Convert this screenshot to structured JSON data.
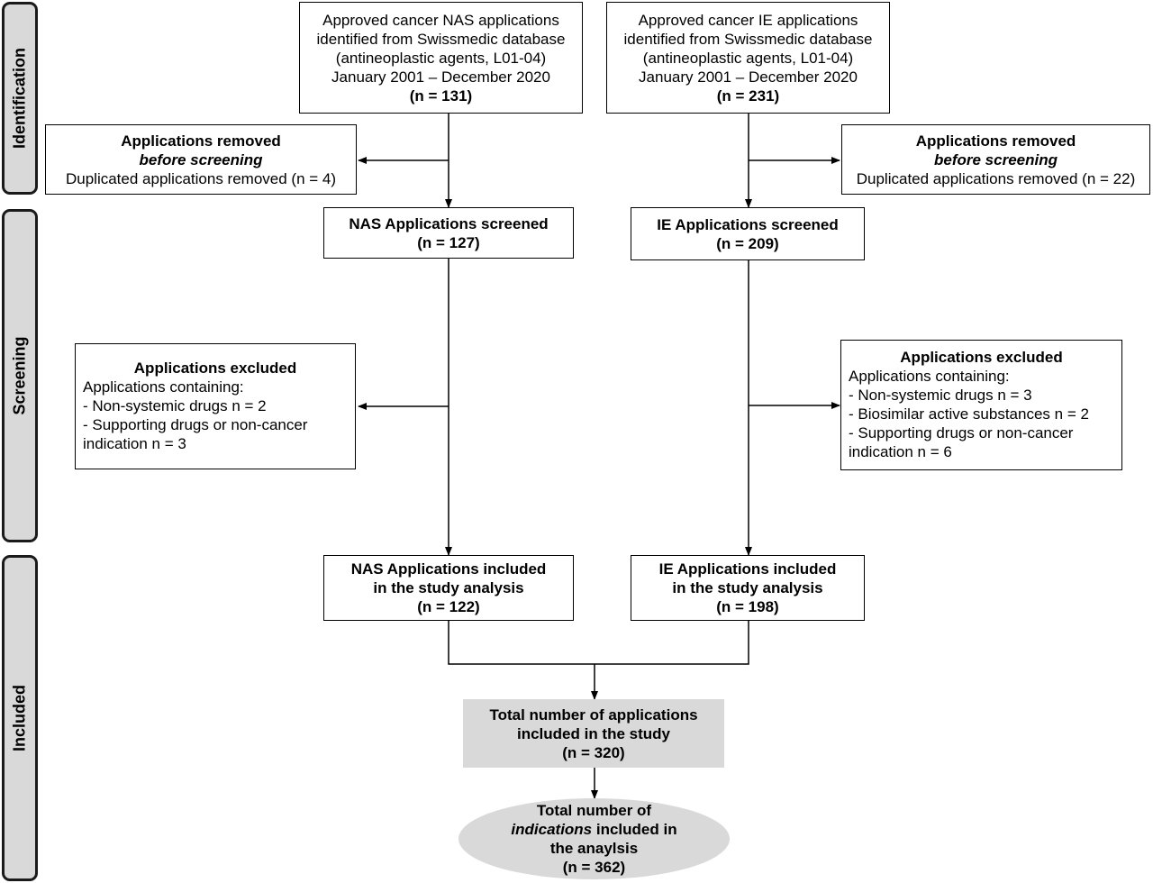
{
  "stages": {
    "identification": "Identification",
    "screening": "Screening",
    "included": "Included"
  },
  "nas": {
    "identified": {
      "line1": "Approved cancer NAS applications",
      "line2": "identified from Swissmedic database",
      "line3": "(antineoplastic agents, L01-04)",
      "line4": "January 2001 – December 2020",
      "count": "(n = 131)"
    },
    "removed": {
      "title": "Applications removed",
      "subtitle": "before screening",
      "detail": "Duplicated applications removed (n = 4)"
    },
    "screened": {
      "title": "NAS Applications screened",
      "count": "(n = 127)"
    },
    "excluded": {
      "title": "Applications excluded",
      "intro": "Applications containing:",
      "item1": "- Non-systemic drugs n = 2",
      "item2": "- Supporting drugs or non-cancer",
      "item2b": "indication n = 3"
    },
    "included": {
      "line1": "NAS Applications included",
      "line2": "in the study analysis",
      "count": "(n = 122)"
    }
  },
  "ie": {
    "identified": {
      "line1": "Approved cancer IE applications",
      "line2": "identified from Swissmedic database",
      "line3": "(antineoplastic agents, L01-04)",
      "line4": "January 2001 – December 2020",
      "count": "(n = 231)"
    },
    "removed": {
      "title": "Applications removed",
      "subtitle": "before screening",
      "detail": "Duplicated applications removed (n = 22)"
    },
    "screened": {
      "title": "IE Applications screened",
      "count": "(n = 209)"
    },
    "excluded": {
      "title": "Applications excluded",
      "intro": "Applications containing:",
      "item1": "- Non-systemic drugs n = 3",
      "item2": "- Biosimilar active substances n = 2",
      "item3": "- Supporting drugs or non-cancer",
      "item3b": "indication n = 6"
    },
    "included": {
      "line1": "IE Applications included",
      "line2": "in the study analysis",
      "count": "(n = 198)"
    }
  },
  "total": {
    "line1": "Total number of applications",
    "line2": "included in the study",
    "count": "(n = 320)"
  },
  "indications": {
    "line1": "Total number of",
    "line2_italic": "indications",
    "line2_rest": " included in",
    "line3": "the anaylsis",
    "count": "(n = 362)"
  },
  "colors": {
    "stage_fill": "#d9d9d9",
    "highlight_fill": "#d9d9d9",
    "line": "#000000"
  }
}
